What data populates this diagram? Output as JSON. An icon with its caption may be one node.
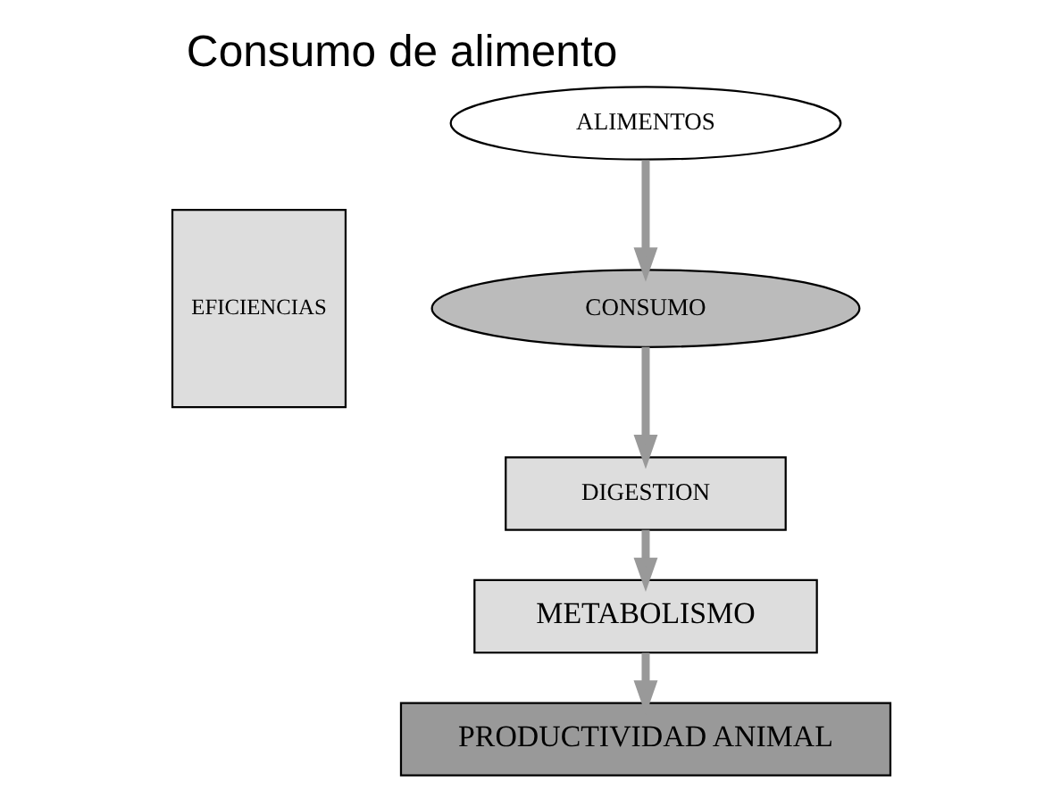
{
  "diagram": {
    "title": "Consumo de alimento",
    "nodes": [
      {
        "text": [
          "ALIMENTOS"
        ]
      },
      {
        "text": [
          "CONSUMO"
        ]
      },
      {
        "text": [
          "DIGESTION"
        ]
      },
      {
        "text": [
          "METABOLISMO"
        ]
      },
      {
        "text": [
          "PRODUCTIVIDAD ANIMAL"
        ]
      },
      {
        "text": [
          "EFICIENCIAS"
        ]
      }
    ],
    "edges": [
      {
        "from": 0,
        "to": 1,
        "arrow": "to"
      },
      {
        "from": 1,
        "to": 2,
        "arrow": "to"
      },
      {
        "from": 2,
        "to": 3,
        "arrow": "to"
      },
      {
        "from": 3,
        "to": 4,
        "arrow": "to"
      }
    ]
  }
}
